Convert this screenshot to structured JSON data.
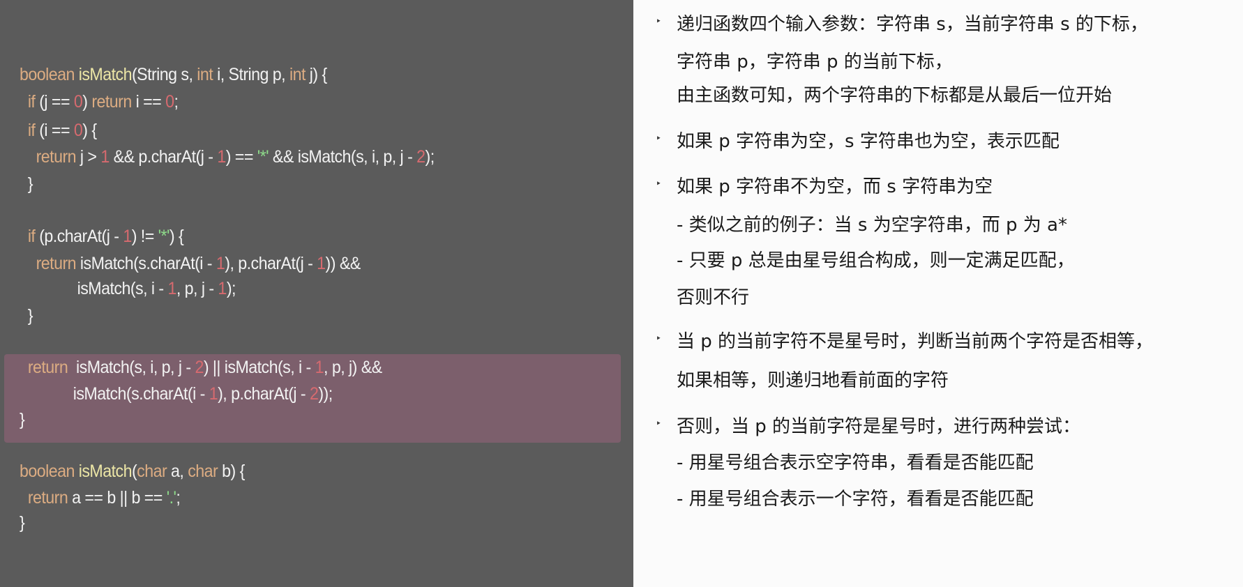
{
  "colors": {
    "panel": "#5b5b5b",
    "highlight": "#7c5f6c",
    "keyword": "#dcac82",
    "function": "#ece6a6",
    "number": "#d66a6f",
    "string": "#8edc8a"
  },
  "code": [
    [
      [
        "kw",
        "boolean "
      ],
      [
        "fn",
        "isMatch"
      ],
      [
        "pl",
        "(String s, "
      ],
      [
        "kw",
        "int"
      ],
      [
        "pl",
        " i, String p, "
      ],
      [
        "kw",
        "int"
      ],
      [
        "pl",
        " j) {"
      ]
    ],
    [
      [
        "pl",
        "  "
      ],
      [
        "kw",
        "if"
      ],
      [
        "pl",
        " (j == "
      ],
      [
        "num",
        "0"
      ],
      [
        "pl",
        ") "
      ],
      [
        "kw",
        "return"
      ],
      [
        "pl",
        " i == "
      ],
      [
        "num",
        "0"
      ],
      [
        "pl",
        ";"
      ]
    ],
    [
      [
        "pl",
        "  "
      ],
      [
        "kw",
        "if"
      ],
      [
        "pl",
        " (i == "
      ],
      [
        "num",
        "0"
      ],
      [
        "pl",
        ") {"
      ]
    ],
    [
      [
        "pl",
        "    "
      ],
      [
        "kw",
        "return"
      ],
      [
        "pl",
        " j > "
      ],
      [
        "num",
        "1"
      ],
      [
        "pl",
        " && p.charAt(j - "
      ],
      [
        "num",
        "1"
      ],
      [
        "pl",
        ") == "
      ],
      [
        "str",
        "'*'"
      ],
      [
        "pl",
        " && isMatch(s, i, p, j - "
      ],
      [
        "num",
        "2"
      ],
      [
        "pl",
        ");"
      ]
    ],
    [
      [
        "pl",
        "  }"
      ]
    ],
    [
      [
        "pl",
        "  "
      ],
      [
        "kw",
        "if"
      ],
      [
        "pl",
        " (p.charAt(j - "
      ],
      [
        "num",
        "1"
      ],
      [
        "pl",
        ") != "
      ],
      [
        "str",
        "'*'"
      ],
      [
        "pl",
        ") {"
      ]
    ],
    [
      [
        "pl",
        "    "
      ],
      [
        "kw",
        "return"
      ],
      [
        "pl",
        " isMatch(s.charAt(i - "
      ],
      [
        "num",
        "1"
      ],
      [
        "pl",
        "), p.charAt(j - "
      ],
      [
        "num",
        "1"
      ],
      [
        "pl",
        ")) &&"
      ]
    ],
    [
      [
        "pl",
        "              isMatch(s, i - "
      ],
      [
        "num",
        "1"
      ],
      [
        "pl",
        ", p, j - "
      ],
      [
        "num",
        "1"
      ],
      [
        "pl",
        ");"
      ]
    ],
    [
      [
        "pl",
        "  }"
      ]
    ],
    [
      [
        "pl",
        "  "
      ],
      [
        "kw",
        "return"
      ],
      [
        "pl",
        "  isMatch(s, i, p, j - "
      ],
      [
        "num",
        "2"
      ],
      [
        "pl",
        ") || isMatch(s, i - "
      ],
      [
        "num",
        "1"
      ],
      [
        "pl",
        ", p, j) &&"
      ]
    ],
    [
      [
        "pl",
        "             isMatch(s.charAt(i - "
      ],
      [
        "num",
        "1"
      ],
      [
        "pl",
        "), p.charAt(j - "
      ],
      [
        "num",
        "2"
      ],
      [
        "pl",
        "));"
      ]
    ],
    [
      [
        "pl",
        "}"
      ]
    ],
    [
      [
        "kw",
        "boolean "
      ],
      [
        "fn",
        "isMatch"
      ],
      [
        "pl",
        "("
      ],
      [
        "kw",
        "char"
      ],
      [
        "pl",
        " a, "
      ],
      [
        "kw",
        "char"
      ],
      [
        "pl",
        " b) {"
      ]
    ],
    [
      [
        "pl",
        "  "
      ],
      [
        "kw",
        "return"
      ],
      [
        "pl",
        " a == b || b == "
      ],
      [
        "str",
        "'.'"
      ],
      [
        "pl",
        ";"
      ]
    ],
    [
      [
        "pl",
        "}"
      ]
    ]
  ],
  "notes": [
    {
      "bullet": true,
      "text": "递归函数四个输入参数：字符串  s，当前字符串 s 的下标，"
    },
    {
      "bullet": false,
      "text": "字符串  p，字符串 p  的当前下标，"
    },
    {
      "bullet": false,
      "text": "由主函数可知，两个字符串的下标都是从最后一位开始"
    },
    {
      "bullet": true,
      "text": "如果 p 字符串为空，s 字符串也为空，表示匹配"
    },
    {
      "bullet": true,
      "text": "如果 p 字符串不为空，而 s 字符串为空"
    },
    {
      "bullet": false,
      "text": "-  类似之前的例子：当 s 为空字符串，而 p 为 a*"
    },
    {
      "bullet": false,
      "text": "-  只要 p 总是由星号组合构成，则一定满足匹配，"
    },
    {
      "bullet": false,
      "text": "    否则不行"
    },
    {
      "bullet": true,
      "text": "当 p 的当前字符不是星号时，判断当前两个字符是否相等，"
    },
    {
      "bullet": false,
      "text": "如果相等，则递归地看前面的字符"
    },
    {
      "bullet": true,
      "text": "否则，当 p 的当前字符是星号时，进行两种尝试："
    },
    {
      "bullet": false,
      "text": "-  用星号组合表示空字符串，看看是否能匹配"
    },
    {
      "bullet": false,
      "text": "-  用星号组合表示一个字符，看看是否能匹配"
    }
  ],
  "bullet_glyph": "‣"
}
